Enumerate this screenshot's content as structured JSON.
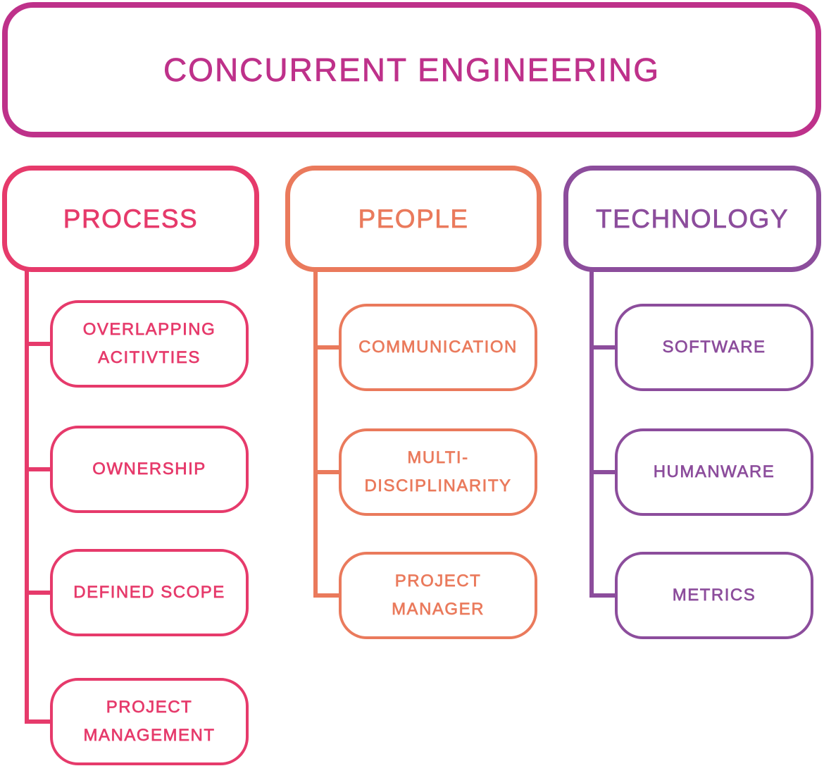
{
  "title": "CONCURRENT ENGINEERING",
  "colors": {
    "title": "#BE318A",
    "process": "#E63A6B",
    "people": "#EA7A5C",
    "technology": "#8C4D9C"
  },
  "categories": [
    {
      "label": "PROCESS",
      "items": [
        "OVERLAPPING ACITIVTIES",
        "OWNERSHIP",
        "DEFINED SCOPE",
        "PROJECT MANAGEMENT"
      ]
    },
    {
      "label": "PEOPLE",
      "items": [
        "COMMUNICATION",
        "MULTI-\nDISCIPLINARITY",
        "PROJECT MANAGER"
      ]
    },
    {
      "label": "TECHNOLOGY",
      "items": [
        "SOFTWARE",
        "HUMANWARE",
        "METRICS"
      ]
    }
  ]
}
